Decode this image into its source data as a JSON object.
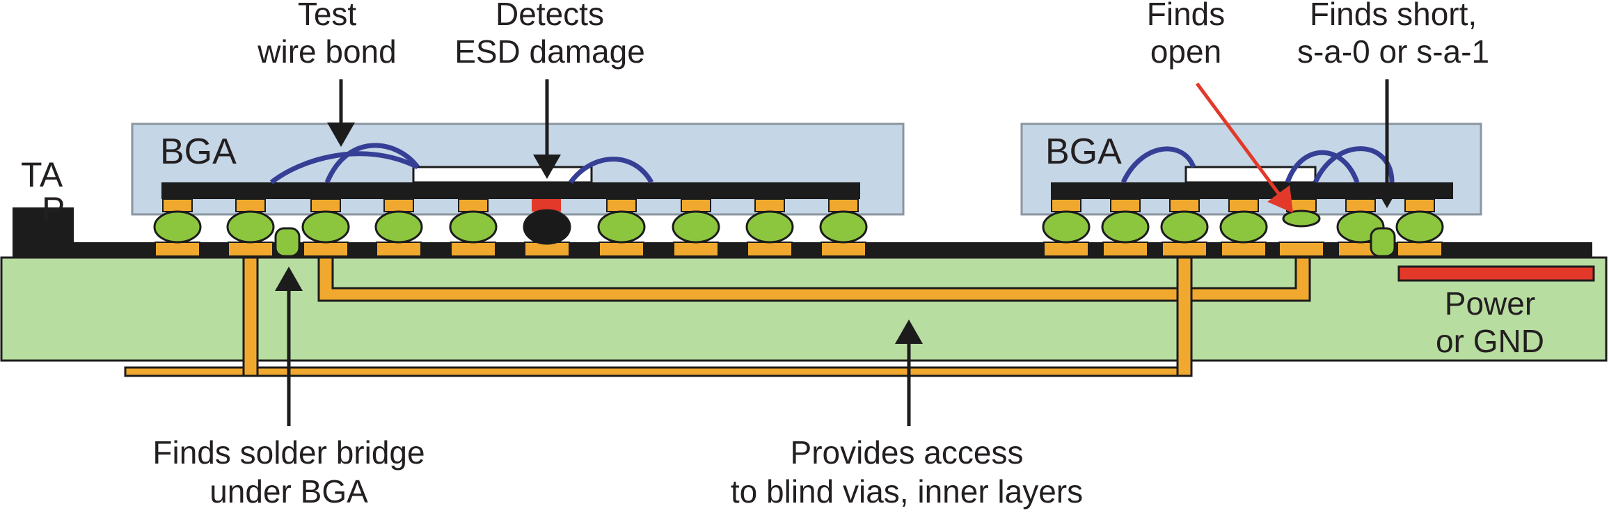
{
  "labels": {
    "test_wire_bond": [
      "Test",
      "wire bond"
    ],
    "esd_damage": [
      "Detects",
      "ESD damage"
    ],
    "finds_open": [
      "Finds",
      "open"
    ],
    "finds_short": [
      "Finds short,",
      "s-a-0 or s-a-1"
    ],
    "solder_bridge": [
      "Finds solder bridge",
      "under BGA"
    ],
    "blind_vias": [
      "Provides access",
      "to blind vias, inner layers"
    ],
    "power_gnd": [
      "Power",
      "or GND"
    ],
    "ta": "TA",
    "ta_clipped": "P",
    "bga_left": "BGA",
    "bga_right": "BGA"
  },
  "colors": {
    "board": "#b8dda0",
    "package": "#c5d6e6",
    "package_border": "#8a96a0",
    "substrate": "#1c1c1c",
    "pad": "#f0a92e",
    "ball": "#8cc63f",
    "wire": "#363f96",
    "damaged_ball": "#1a1a1a",
    "damage_marker": "#e2392a",
    "power_plane": "#e2392a",
    "arrow": "#1c1c1c",
    "open_arrow": "#e2392a"
  }
}
